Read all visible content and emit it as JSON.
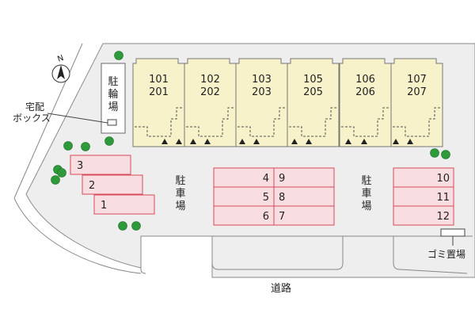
{
  "compass": {
    "north": "N"
  },
  "labels": {
    "bicycle_parking": [
      "駐",
      "輪",
      "場"
    ],
    "delivery_box": [
      "宅配",
      "ボックス"
    ],
    "parking": [
      "駐",
      "車",
      "場"
    ],
    "garbage": "ゴミ置場",
    "road": "道路"
  },
  "units": [
    {
      "top": "101",
      "bottom": "201"
    },
    {
      "top": "102",
      "bottom": "202"
    },
    {
      "top": "103",
      "bottom": "203"
    },
    {
      "top": "105",
      "bottom": "205"
    },
    {
      "top": "106",
      "bottom": "206"
    },
    {
      "top": "107",
      "bottom": "207"
    }
  ],
  "parking_slanted": [
    "3",
    "2",
    "1"
  ],
  "parking_center_left": [
    "4",
    "5",
    "6"
  ],
  "parking_center_right": [
    "9",
    "8",
    "7"
  ],
  "parking_right": [
    "10",
    "11",
    "12"
  ],
  "colors": {
    "site": "#eeeeee",
    "building": "#f7f2c9",
    "parking_fill": "#f8dde1",
    "parking_line": "#d84a5a",
    "tree": "#2f9a3a",
    "outline": "#777777"
  }
}
